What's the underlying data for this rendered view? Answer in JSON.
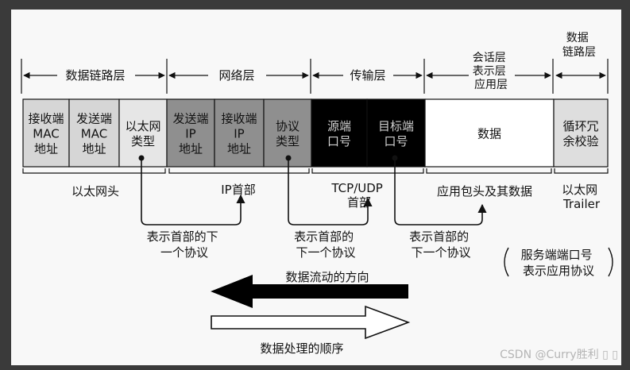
{
  "layers": [
    {
      "label": "数据链路层"
    },
    {
      "label": "网络层"
    },
    {
      "label": "传输层"
    },
    {
      "label": [
        "会话层",
        "表示层",
        "应用层"
      ]
    },
    {
      "label": [
        "数据",
        "链路层"
      ]
    }
  ],
  "fields": [
    {
      "lines": [
        "接收端",
        "MAC",
        "地址"
      ],
      "fill": "#d6d6d6",
      "text": "#111"
    },
    {
      "lines": [
        "发送端",
        "MAC",
        "地址"
      ],
      "fill": "#d6d6d6",
      "text": "#111"
    },
    {
      "lines": [
        "以太网",
        "类型"
      ],
      "fill": "#e6e6e6",
      "text": "#111"
    },
    {
      "lines": [
        "发送端",
        "IP",
        "地址"
      ],
      "fill": "#8f8f8f",
      "text": "#111"
    },
    {
      "lines": [
        "接收端",
        "IP",
        "地址"
      ],
      "fill": "#8f8f8f",
      "text": "#111"
    },
    {
      "lines": [
        "协议",
        "类型"
      ],
      "fill": "#8f8f8f",
      "text": "#111"
    },
    {
      "lines": [
        "源端",
        "口号"
      ],
      "fill": "#000000",
      "text": "#cfcfcf"
    },
    {
      "lines": [
        "目标端",
        "口号"
      ],
      "fill": "#000000",
      "text": "#cfcfcf"
    },
    {
      "lines": [
        "数据"
      ],
      "fill": "#ffffff",
      "text": "#111"
    },
    {
      "lines": [
        "循环冗",
        "余校验"
      ],
      "fill": "#dedede",
      "text": "#111"
    }
  ],
  "header_groups": [
    {
      "lines": [
        "以太网头"
      ]
    },
    {
      "lines": [
        "IP首部"
      ]
    },
    {
      "lines": [
        "TCP/UDP",
        "首部"
      ]
    },
    {
      "lines": [
        "应用包头及其数据"
      ]
    },
    {
      "lines": [
        "以太网",
        "Trailer"
      ]
    }
  ],
  "pointer_notes": [
    {
      "lines": [
        "表示首部的下",
        "一个协议"
      ]
    },
    {
      "lines": [
        "表示首部的",
        "下一个协议"
      ]
    },
    {
      "lines": [
        "表示首部的",
        "下一个协议"
      ]
    }
  ],
  "service_note": [
    "服务端端口号",
    "表示应用协议"
  ],
  "flow": {
    "direction_label": "数据流动的方向",
    "processing_label": "数据处理的顺序"
  },
  "watermark": "CSDN @Curry胜利 ▯ ▯"
}
